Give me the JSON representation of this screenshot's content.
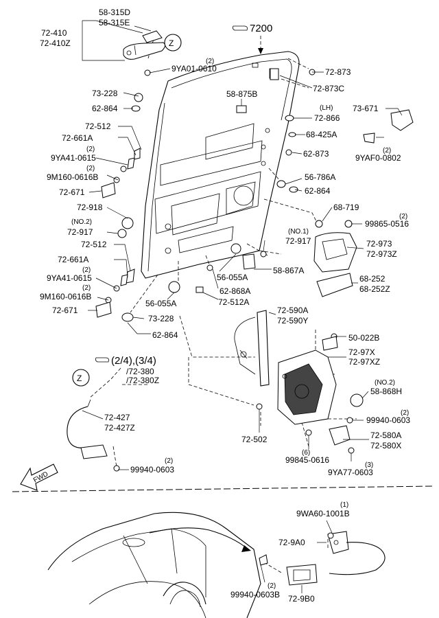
{
  "labels": {
    "p58_315D": "58-315D",
    "p58_315E": "58-315E",
    "p72_410": "72-410",
    "p72_410Z": "72-410Z",
    "ref_7200": "7200",
    "qty_2a": "(2)",
    "p9YA01": "9YA01-0610",
    "p72_873": "72-873",
    "p72_873C": "72-873C",
    "p73_228a": "73-228",
    "p62_864a": "62-864",
    "p58_875B": "58-875B",
    "lh": "(LH)",
    "p72_866": "72-866",
    "p68_425A": "68-425A",
    "p73_671": "73-671",
    "p62_873": "62-873",
    "p9YAF0": "9YAF0-0802",
    "qty_2b": "(2)",
    "p72_512a": "72-512",
    "p72_661Aa": "72-661A",
    "qty_2c": "(2)",
    "p9YA41a": "9YA41-0615",
    "qty_2d": "(2)",
    "p9M160a": "9M160-0616B",
    "p72_671a": "72-671",
    "p56_786A": "56-786A",
    "p62_864b": "62-864",
    "p72_918": "72-918",
    "no2a": "(NO.2)",
    "p72_917a": "72-917",
    "p68_719": "68-719",
    "qty_2e": "(2)",
    "p99865": "99865-0516",
    "no1": "(NO.1)",
    "p72_917b": "72-917",
    "p72_973": "72-973",
    "p72_973Z": "72-973Z",
    "p72_512b": "72-512",
    "p72_661Ab": "72-661A",
    "qty_2f": "(2)",
    "p9YA41b": "9YA41-0615",
    "qty_2g": "(2)",
    "p9M160b": "9M160-0616B",
    "p72_671b": "72-671",
    "p56_055Aa": "56-055A",
    "p58_867A": "58-867A",
    "p68_252": "68-252",
    "p68_252Z": "68-252Z",
    "p62_868A": "62-868A",
    "p56_055Ab": "56-055A",
    "p72_512A": "72-512A",
    "p73_228b": "73-228",
    "p62_864c": "62-864",
    "p72_590A": "72-590A",
    "p72_590Y": "72-590Y",
    "p50_022B": "50-022B",
    "ref_pages": "(2/4),(3/4)",
    "p72_380": "/72-380",
    "p72_380Z": "/72-380Z",
    "p72_97X": "72-97X",
    "p72_97XZ": "72-97XZ",
    "no2b": "(NO.2)",
    "p58_868H": "58-868H",
    "qty_2h": "(2)",
    "p99940a": "99940-0603",
    "p72_427": "72-427",
    "p72_427Z": "72-427Z",
    "p72_502": "72-502",
    "p72_580A": "72-580A",
    "p72_580X": "72-580X",
    "qty_6": "(6)",
    "p99845": "99845-0616",
    "qty_3": "(3)",
    "p9YA77": "9YA77-0603",
    "qty_2i": "(2)",
    "p99940b": "99940-0603",
    "fwd": "FWD",
    "z1": "Z",
    "z2": "Z",
    "qty_1": "(1)",
    "p9WA60": "9WA60-1001B",
    "p72_9A0": "72-9A0",
    "qty_2j": "(2)",
    "p99940B": "99940-0603B",
    "p72_9B0": "72-9B0"
  }
}
